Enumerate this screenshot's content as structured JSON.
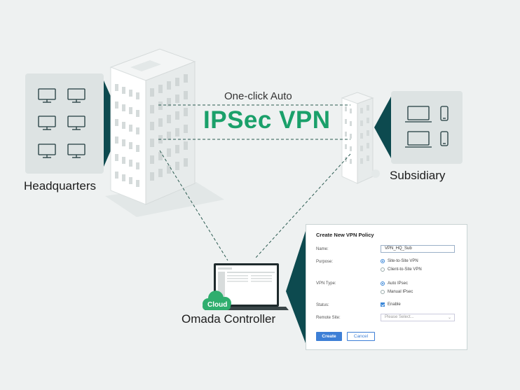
{
  "diagram": {
    "one_click_label": "One-click Auto",
    "vpn_title": "IPSec VPN",
    "headquarters_label": "Headquarters",
    "subsidiary_label": "Subsidiary",
    "controller_label": "Omada Controller",
    "cloud_badge": "Cloud",
    "colors": {
      "accent_green": "#1aa06a",
      "dark_teal": "#0d4a4f",
      "cloud_green": "#2fae6e",
      "button_blue": "#3d7fd6"
    }
  },
  "dialog": {
    "title": "Create New VPN Policy",
    "name_label": "Name:",
    "name_value": "VPN_HQ_Sub",
    "purpose_label": "Purpose:",
    "purpose_options": [
      "Site-to-Site VPN",
      "Client-to-Site VPN"
    ],
    "vpn_type_label": "VPN Type:",
    "vpn_type_options": [
      "Auto IPsec",
      "Manual IPsec"
    ],
    "status_label": "Status:",
    "status_option": "Enable",
    "remote_site_label": "Remote Site:",
    "remote_site_placeholder": "Please Select...",
    "create_button": "Create",
    "cancel_button": "Cancel"
  }
}
